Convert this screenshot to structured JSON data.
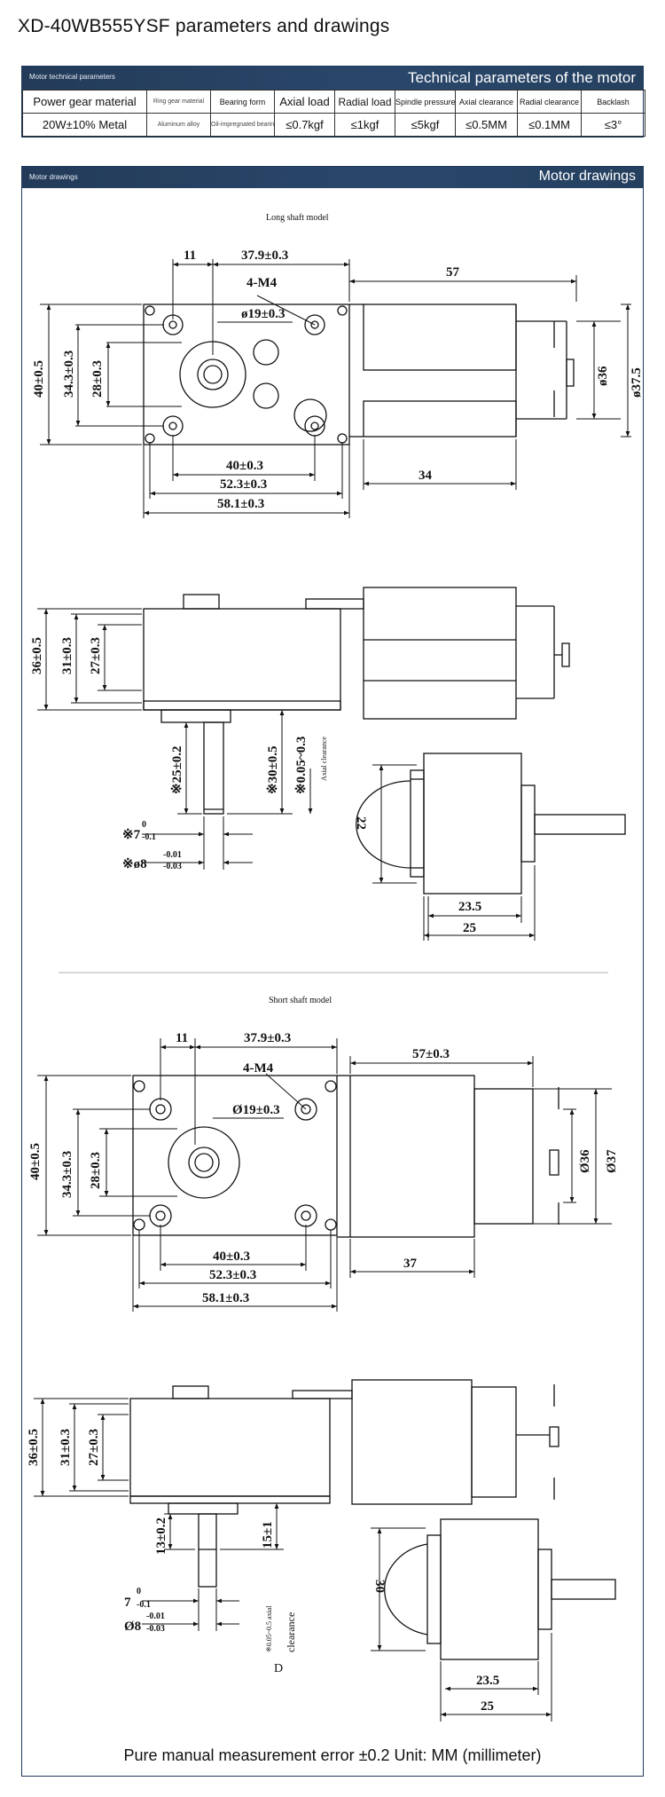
{
  "page": {
    "title": "XD-40WB555YSF parameters and drawings"
  },
  "params": {
    "band_small": "Motor technical parameters",
    "band_big": "Technical parameters of the motor",
    "headers": [
      "Power gear material",
      "Ring gear material",
      "Bearing form",
      "Axial load",
      "Radial load",
      "Spindle pressure",
      "Axial clearance",
      "Radial clearance",
      "Backlash"
    ],
    "values": [
      "20W±10% Metal",
      "Aluminum alloy",
      "Oil-impregnated bearings",
      "≤0.7kgf",
      "≤1kgf",
      "≤5kgf",
      "≤0.5MM",
      "≤0.1MM",
      "≤3°"
    ]
  },
  "drawings": {
    "band_small": "Motor drawings",
    "band_big": "Motor drawings",
    "long": {
      "caption": "Long shaft model",
      "d_11": "11",
      "d_37_9": "37.9±0.3",
      "d_4m4": "4-M4",
      "d_phi19": "ø19±0.3",
      "d_57": "57",
      "d_40_05": "40±0.5",
      "d_34_3": "34.3±0.3",
      "d_28": "28±0.3",
      "d_phi36": "ø36",
      "d_phi37_5": "ø37.5",
      "d_40_03": "40±0.3",
      "d_52_3": "52.3±0.3",
      "d_58_1": "58.1±0.3",
      "d_34": "34",
      "d_36": "36±0.5",
      "d_31": "31±0.3",
      "d_27": "27±0.3",
      "d_25": "※25±0.2",
      "d_30": "※30±0.5",
      "d_005": "※0.05~0.3",
      "d_axial": "Axial clearance",
      "d_7": "※7",
      "d_7_tol_up": "0",
      "d_7_tol_dn": "-0.1",
      "d_8": "※ø8",
      "d_8_tol_up": "-0.01",
      "d_8_tol_dn": "-0.03",
      "d_22": "22",
      "d_23_5": "23.5",
      "d_25w": "25"
    },
    "short": {
      "caption": "Short shaft model",
      "d_11": "11",
      "d_37_9": "37.9±0.3",
      "d_4m4": "4-M4",
      "d_phi19": "Ø19±0.3",
      "d_57": "57±0.3",
      "d_40_05": "40±0.5",
      "d_34_3": "34.3±0.3",
      "d_28": "28±0.3",
      "d_phi36": "Ø36",
      "d_phi37": "Ø37",
      "d_40_03": "40±0.3",
      "d_52_3": "52.3±0.3",
      "d_58_1": "58.1±0.3",
      "d_37": "37",
      "d_36": "36±0.5",
      "d_31": "31±0.3",
      "d_27": "27±0.3",
      "d_13": "13±0.2",
      "d_15": "15±1",
      "d_7": "7",
      "d_7_tol_up": "0",
      "d_7_tol_dn": "-0.1",
      "d_8": "Ø8",
      "d_8_tol_up": "-0.01",
      "d_8_tol_dn": "-0.03",
      "d_axial1": "※0.05~0.5 axial",
      "d_axial2": "clearance",
      "d_D": "D",
      "d_30": "30",
      "d_23_5": "23.5",
      "d_25w": "25"
    }
  },
  "footer": {
    "note": "Pure manual measurement error ±0.2 Unit: MM (millimeter)"
  }
}
